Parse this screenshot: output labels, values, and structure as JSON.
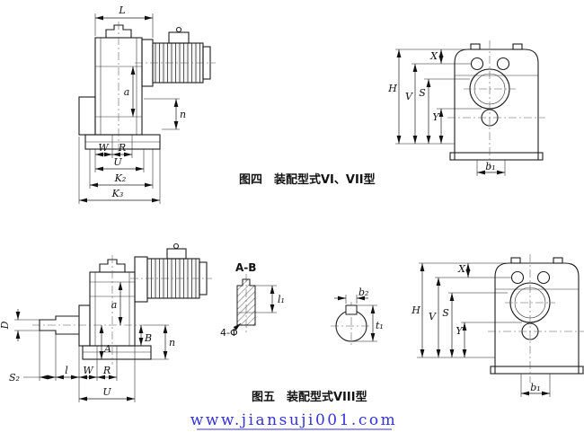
{
  "figure4": {
    "caption": "图四　装配型式VI、VII型",
    "side_labels": {
      "L": "L",
      "a": "a",
      "n": "n",
      "W": "W",
      "R": "R",
      "U": "U",
      "K2": "K₂",
      "K3": "K₃"
    },
    "front_labels": {
      "X": "X",
      "H": "H",
      "V": "V",
      "S": "S",
      "Y": "Y",
      "b1": "b₁"
    }
  },
  "figure5": {
    "caption": "图五　装配型式VIII型",
    "side_labels": {
      "a": "a",
      "D": "D",
      "S2": "S₂",
      "l": "l",
      "W": "W",
      "R": "R",
      "U": "U",
      "A": "A",
      "B": "B",
      "n": "n"
    },
    "section_labels": {
      "title": "A-B",
      "l1": "l₁",
      "holes": "4-Φ",
      "b2": "b₂",
      "t1": "t₁"
    },
    "front_labels": {
      "X": "X",
      "H": "H",
      "V": "V",
      "S": "S",
      "Y": "Y",
      "b1": "b₁"
    }
  },
  "watermark": "www.jiansuji001.com",
  "colors": {
    "ink": "#1c1c1c",
    "watermark": "#3533d8",
    "background": "#ffffff"
  }
}
